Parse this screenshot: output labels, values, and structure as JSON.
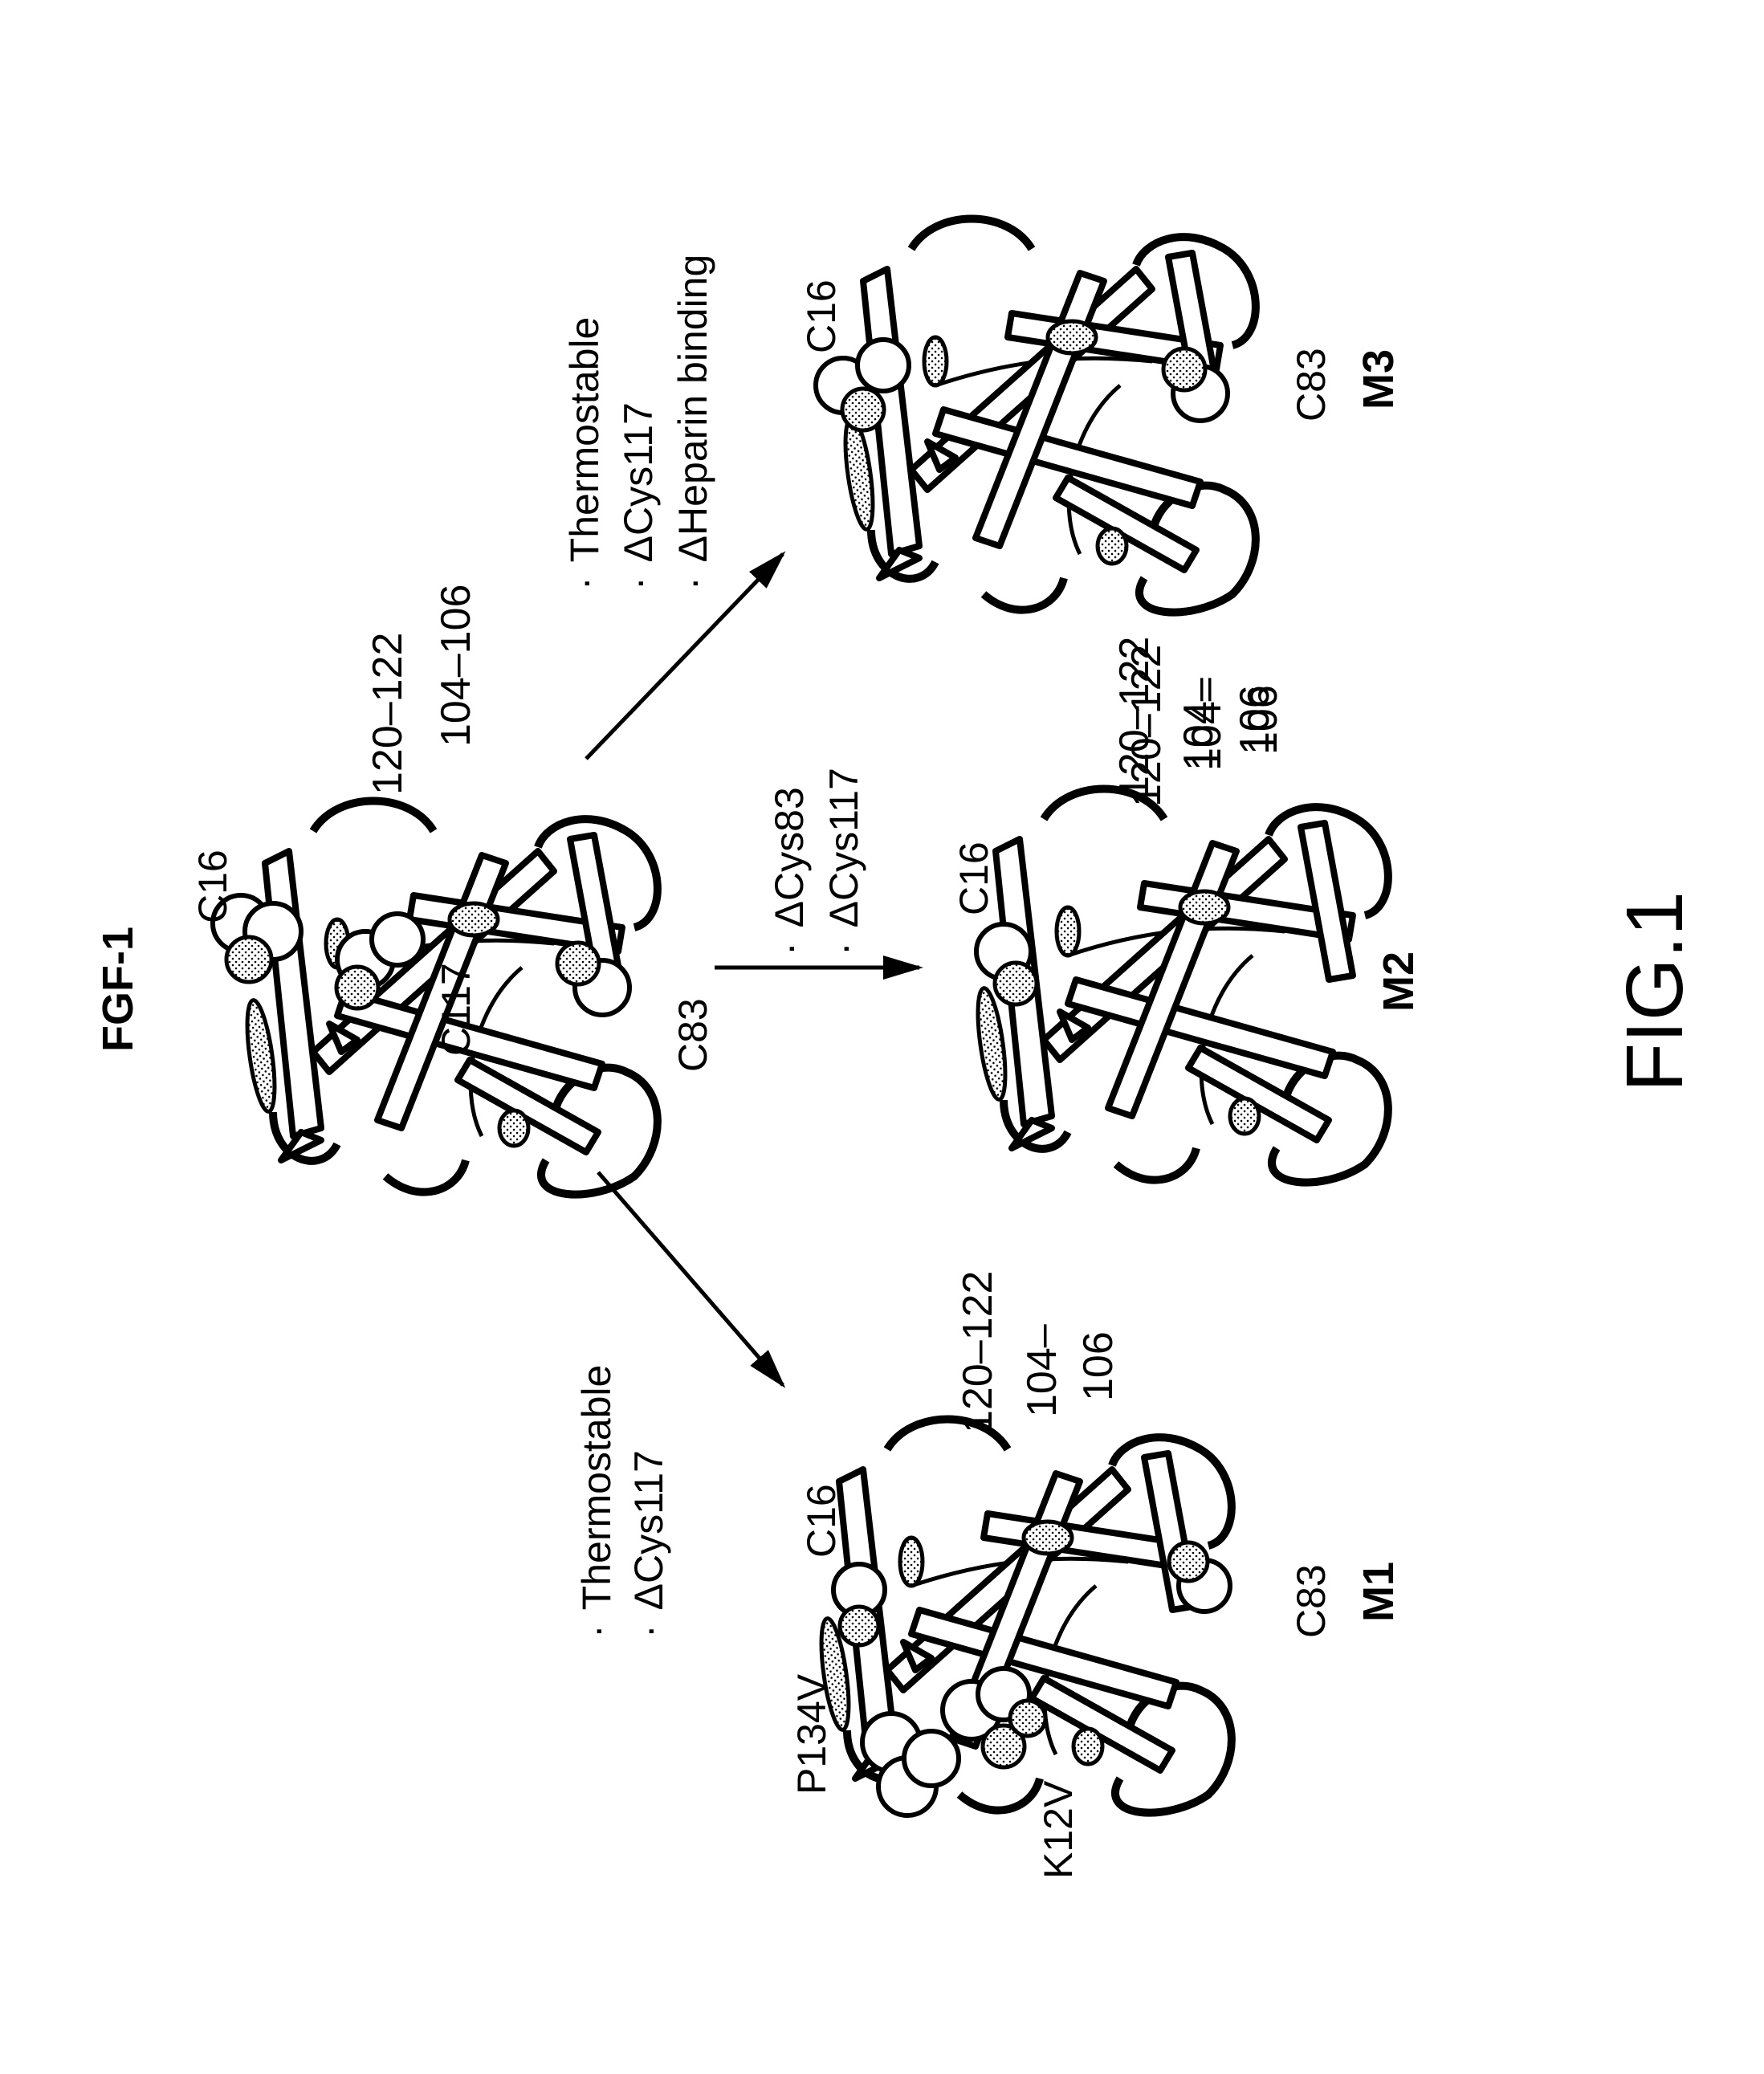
{
  "figure_label": "FIG.1",
  "proteins": {
    "fgf1": {
      "label": "FGF-1",
      "c16": "C16",
      "c117": "C117",
      "c83": "C83",
      "range_a": "120–122",
      "range_b": "104–106"
    },
    "m1": {
      "label": "M1",
      "c16": "C16",
      "c83": "C83",
      "p134v": "P134V",
      "k12v": "K12V",
      "range_a": "120–122",
      "range_b1": "104–",
      "range_b2": "106"
    },
    "m2": {
      "label": "M2",
      "c16": "C16",
      "range_a": "120–122",
      "range_b1": "104–",
      "range_b2": "106"
    },
    "m3": {
      "label": "M3",
      "c16": "C16",
      "c83": "C83",
      "range_a": "120–122",
      "range_b1": "104–",
      "range_b2": "106"
    }
  },
  "transitions": {
    "to_m1": [
      "Thermostable",
      "ΔCys117"
    ],
    "to_m2": [
      "ΔCys83",
      "ΔCys117"
    ],
    "to_m3": [
      "Thermostable",
      "ΔCys117",
      "ΔHeparin binding"
    ]
  },
  "bullet": "·"
}
